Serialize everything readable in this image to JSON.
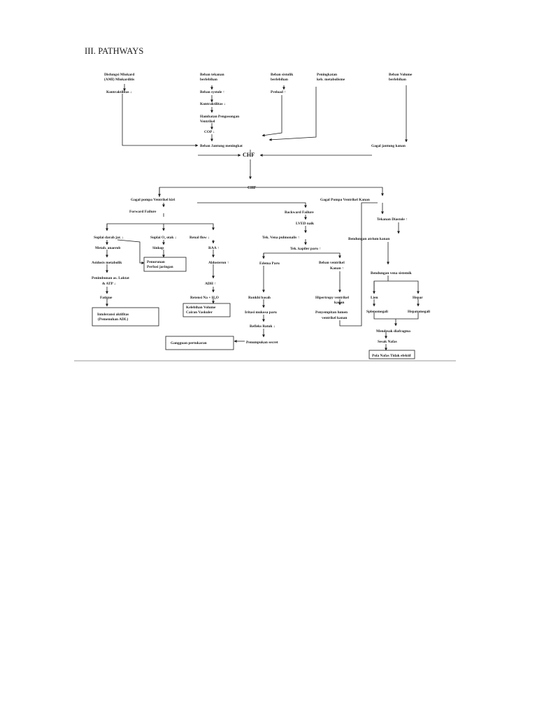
{
  "heading": "III. PATHWAYS",
  "nodes": {
    "disfungsi": [
      "Disfungsi Miokard",
      "(AMI) Miokarditis"
    ],
    "beban_tekanan": [
      "Beban tekanan",
      "berlebihan"
    ],
    "beban_sistolik": [
      "Beban sistolik",
      "berlebihan"
    ],
    "peningkatan_metabolisme": [
      "Peningkatan",
      "keb. metabolisme"
    ],
    "beban_volume": [
      "Beban Volume",
      "berlebihan"
    ],
    "kontraktilitas_a": "Kontraktilitas ↓",
    "beban_systole": "Beban systole ↑",
    "preload": "Preload ↑",
    "kontraktilitas_b": "Kontraktilitas ↓",
    "hambatan": [
      "Hambatan Pengosongan",
      "Ventrikel"
    ],
    "cop": "COP ↓",
    "beban_jantung": "Beban Jantung meningkat",
    "gagal_jantung_kanan": "Gagal jantung kanan",
    "chf_1": "CHF",
    "chf_2": "CHF",
    "gagal_kiri": "Gagal pompa Ventrikel kiri",
    "gagal_kanan": "Gagal Pompa Ventrikel Kanan",
    "forward_failure": "Forward Failure",
    "backward_failure": "Backward Failure",
    "lved": "LVED naik",
    "tekanan_diastole": "Tekanan Diastole ↑",
    "suplai_darah": "Suplai darah jar. ↓",
    "suplai_o2": "Suplai O₂ otak ↓",
    "renal_flow": "Renal flow ↓",
    "tek_vena": "Tek. Vena pulmonalis ↑",
    "bendungan_atrium": "Bendungan atrium kanan",
    "metab": "Metab. anaerob",
    "sinkop": "Sinkop",
    "raa": "RAA ↑",
    "tek_kapiler": "Tek. kapiler paru ↑",
    "asidosis": "Asidosis metabolik",
    "penurunan_perfusi": [
      "Penurunan",
      "Perfusi jaringan"
    ],
    "aldosteron": "Aldosteron ↑",
    "edema_paru": "Edema Paru",
    "bebas_ventrikel": [
      "Beban ventrikel",
      "Kanan ↑"
    ],
    "bendungan_vena": "Bendungan vena sistemik",
    "penimbunan": [
      "Penimbunan as. Laktat",
      "& ATP ↓"
    ],
    "adh": "ADH ↑",
    "lien": "Lien",
    "hepar": "Hepar",
    "fatigue": "Fatigue",
    "retensi": "Retensi Na + H₂O",
    "ronkhi": "Ronkhi basah",
    "hipertropy": [
      "Hipertropy ventrikel",
      "kanan"
    ],
    "intoleransi": [
      "Intoleransi aktifitas",
      "(Pemenuhan ADL)"
    ],
    "kelebihan_volume": [
      "Kelebihan Volume",
      "Cairan Vaskuler"
    ],
    "iritasi": "Iritasi mukosa paru",
    "penyempitan": [
      "Penyempitan lumen",
      "ventrikel kanan"
    ],
    "splenomegali": "Splenomegali",
    "hepatomegali": "Hepatomegali",
    "refleks_batuk": "Refleks Batuk ↓",
    "mendesak": "Mendesak diafragma",
    "gangguan": "Gangguan pertukaran",
    "penumpukan": "Penumpukan secret",
    "sesak": "Sesak Nafas",
    "pola_nafas": "Pola Nafas Tidak efektif"
  }
}
